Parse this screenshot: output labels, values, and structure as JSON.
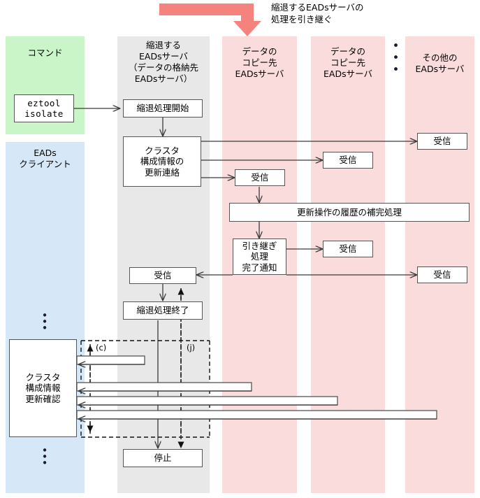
{
  "diagram": {
    "title_annotation": "縮退するEADsサーバの\n処理を引き継ぐ",
    "accent_arrow_color": "#f4837e",
    "lane_colors": {
      "command": "#c9f5c9",
      "client": "#d6e8f8",
      "degenerating_server": "#e8e8e8",
      "copy_target_server": "#fbdcdc",
      "other_server": "#fbdcdc"
    },
    "lanes": [
      {
        "id": "command",
        "label": "コマンド"
      },
      {
        "id": "client",
        "label": "EADs\nクライアント"
      },
      {
        "id": "degenerating-server",
        "label": "縮退する\nEADsサーバ\n（データの格納先\nEADsサーバ）"
      },
      {
        "id": "copy-target-1",
        "label": "データの\nコピー先\nEADsサーバ"
      },
      {
        "id": "copy-target-2",
        "label": "データの\nコピー先\nEADsサーバ"
      },
      {
        "id": "other-servers",
        "label": "その他の\nEADsサーバ"
      }
    ],
    "lane_ellipsis": "• • •",
    "nodes": {
      "eztool_isolate": "eztool\nisolate",
      "degeneration_start": "縮退処理開始",
      "cluster_config_update_notice": "クラスタ\n構成情報の\n更新連絡",
      "receive_other_1": "受信",
      "receive_copy2_1": "受信",
      "receive_copy1_1": "受信",
      "history_complement": "更新操作の履歴の補完処理",
      "handover_complete_notice": "引き継ぎ\n処理\n完了通知",
      "receive_copy2_2": "受信",
      "receive_other_2": "受信",
      "receive_degen": "受信",
      "degeneration_end": "縮退処理終了",
      "cluster_config_confirm": "クラスタ\n構成情報\n更新確認",
      "stop": "停止"
    },
    "markers": {
      "marker_c": "(c)",
      "marker_j": "(j)"
    },
    "vertical_ellipsis": "•\n•\n•"
  }
}
